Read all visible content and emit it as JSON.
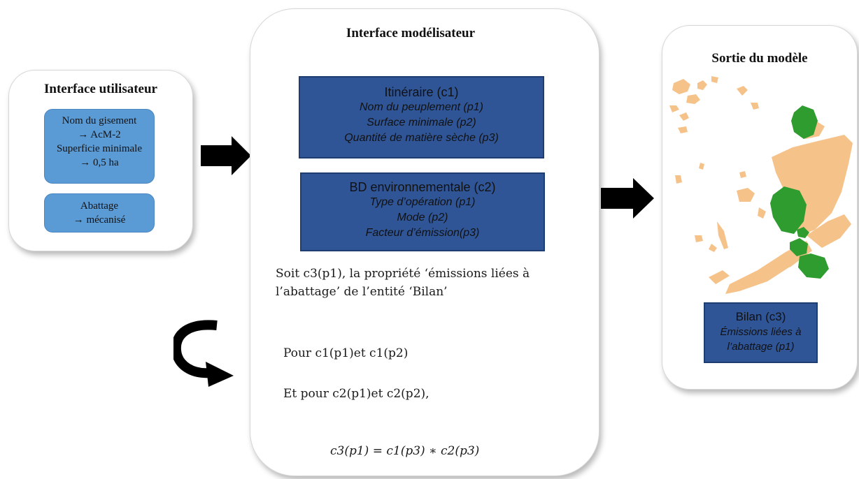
{
  "user_panel": {
    "title": "Interface utilisateur",
    "box1": [
      "Nom du gisement",
      "→ AcM-2",
      "Superficie minimale",
      "→ 0,5 ha"
    ],
    "box2": [
      "Abattage",
      "→ mécanisé"
    ]
  },
  "modeler_panel": {
    "title": "Interface modélisateur",
    "c1": {
      "title": "Itinéraire (c1)",
      "props": [
        "Nom du peuplement (p1)",
        "Surface minimale (p2)",
        "Quantité de matière sèche (p3)"
      ]
    },
    "c2": {
      "title": "BD environnementale (c2)",
      "props": [
        "Type d’opération (p1)",
        "Mode (p2)",
        "Facteur d’émission(p3)"
      ]
    },
    "definition": "Soit c3(p1), la propriété ‘émissions liées à l’abattage’ de l’entité ‘Bilan’",
    "condition1": "Pour c1(p1)et c1(p2)",
    "condition2": "Et pour c2(p1)et c2(p2),",
    "formula": "c3(p1) = c1(p3) ∗ c2(p3)"
  },
  "output_panel": {
    "title": "Sortie du modèle",
    "c3": {
      "title": "Bilan (c3)",
      "props": [
        "Émissions liées à",
        "l’abattage (p1)"
      ]
    }
  },
  "colors": {
    "light_box": "#5b9bd5",
    "dark_box": "#2f5597",
    "map_orange": "#f5c28a",
    "map_green": "#2e9c2e"
  }
}
